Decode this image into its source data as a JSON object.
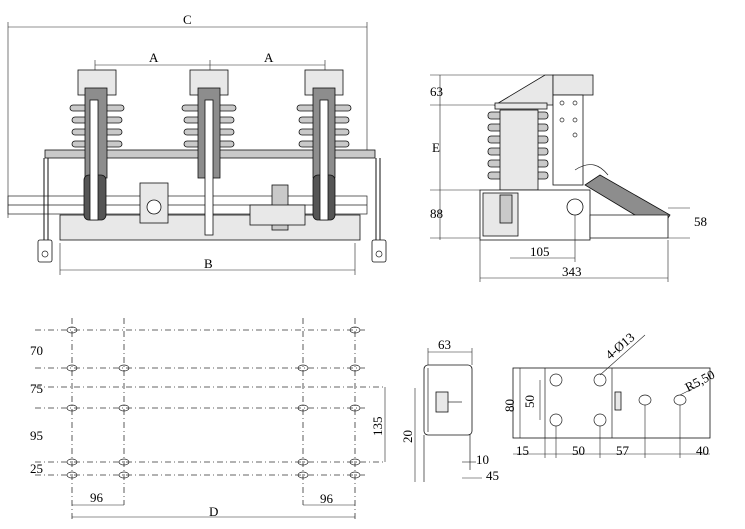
{
  "front_view": {
    "dim_a_left": "A",
    "dim_a_right": "A",
    "dim_b": "B",
    "dim_c": "C"
  },
  "side_view": {
    "dim_63": "63",
    "dim_e": "E",
    "dim_88": "88",
    "dim_58": "58",
    "dim_105": "105",
    "dim_343": "343"
  },
  "hole_plan": {
    "dim_70": "70",
    "dim_75": "75",
    "dim_95": "95",
    "dim_25": "25",
    "dim_135": "135",
    "dim_96_left": "96",
    "dim_96_right": "96",
    "dim_d": "D"
  },
  "bracket_side": {
    "dim_63": "63",
    "dim_20": "20",
    "dim_10": "10",
    "dim_45": "45"
  },
  "bracket_top": {
    "dim_hole": "4-Ø13",
    "dim_radius": "R5,50",
    "dim_80": "80",
    "dim_50_v": "50",
    "dim_15": "15",
    "dim_50_h": "50",
    "dim_57": "57",
    "dim_40": "40"
  }
}
